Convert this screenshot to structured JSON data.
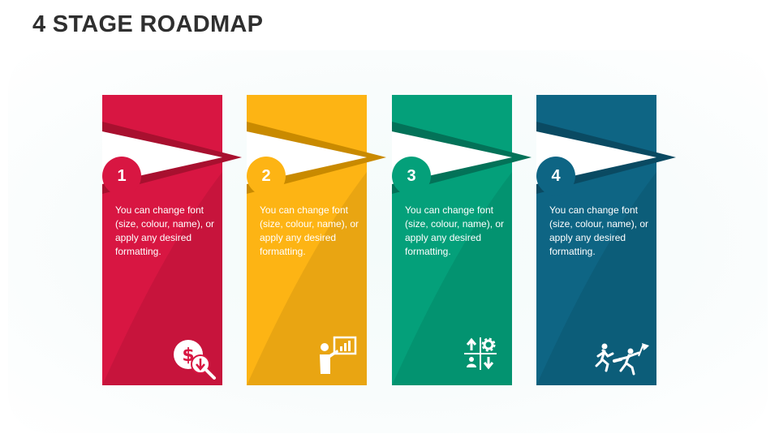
{
  "title": "4 STAGE ROADMAP",
  "stages": [
    {
      "number": "1",
      "text": "You can change font (size, colour, name), or apply any desired formatting.",
      "color": "#d81642",
      "dark": "#a8102f",
      "icon": "dollar-down-search-icon"
    },
    {
      "number": "2",
      "text": "You can change font (size, colour, name), or apply any desired formatting.",
      "color": "#fdb414",
      "dark": "#c98a00",
      "icon": "presenter-chart-icon"
    },
    {
      "number": "3",
      "text": "You can change font (size, colour, name), or apply any desired formatting.",
      "color": "#04a07a",
      "dark": "#037258",
      "icon": "strategy-quadrant-icon"
    },
    {
      "number": "4",
      "text": "You can change font (size, colour, name), or apply any desired formatting.",
      "color": "#0e6584",
      "dark": "#0a4a62",
      "icon": "runners-flag-icon"
    }
  ]
}
